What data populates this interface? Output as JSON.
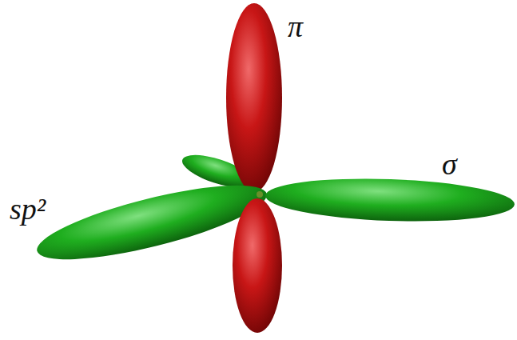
{
  "diagram": {
    "labels": [
      "π",
      "σ",
      "sp²"
    ]
  }
}
